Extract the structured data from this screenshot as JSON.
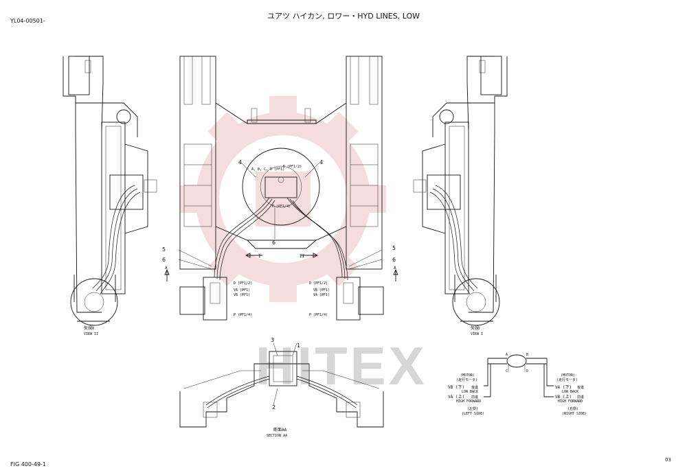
{
  "header": {
    "doc_code": "YL04-00501-",
    "title": "ユアツ ハイカン, ロワー・HYD LINES, LOW"
  },
  "footer": {
    "figure": "FIG 400-49-1",
    "page": "03"
  },
  "watermark": {
    "text": "HITEX",
    "color": "#e8a0a0"
  },
  "views": {
    "view2": {
      "jp": "矢視Ⅱ",
      "en": "VIEW II"
    },
    "view1": {
      "jp": "矢視Ⅰ",
      "en": "VIEW I"
    },
    "section": {
      "jp": "断面AA",
      "en": "SECTION AA"
    }
  },
  "main_labels": {
    "ports_top": "A, B, C, D (PF1)",
    "e_port": "E (PF1/2)",
    "p_port": "P (PF1/4)",
    "left_d": "D (PF1/2)",
    "left_va": "VA (PF1)",
    "left_vb": "VB (PF1)",
    "left_p": "P (PF1/4)",
    "right_d": "D (PF1/2)",
    "right_vb": "VB (PF1)",
    "right_va": "VA (PF1)",
    "right_p": "P (PF1/4)",
    "arrow_i": "I",
    "arrow_ii": "II",
    "sec_a": "A"
  },
  "callouts": {
    "n1": "1",
    "n2": "2",
    "n3": "3",
    "n4": "4",
    "n5": "5",
    "n6": "6"
  },
  "schematic": {
    "left_motor_en": "(MOTOR)",
    "left_motor_jp": "(走行モータ)",
    "right_motor_en": "(MOTOR)",
    "right_motor_jp": "(走行モータ)",
    "left_vb": "VB (下)",
    "left_vb_jp": "後進",
    "left_vb_en": "LOW BACK",
    "left_va": "VA (上)",
    "left_va_jp": "前進",
    "left_va_en": "HIGH FORWARD",
    "right_va": "VA (下)",
    "right_va_jp": "後進",
    "right_va_en": "LOW BACK",
    "right_vb": "VB (上)",
    "right_vb_jp": "前進",
    "right_vb_en": "HIGH FORWARD",
    "left_side_jp": "(左側)",
    "left_side_en": "(LEFT SIDE)",
    "right_side_jp": "(右側)",
    "right_side_en": "(RIGHT SIDE)",
    "port_a": "A",
    "port_b": "B",
    "port_c": "C",
    "port_d": "D"
  }
}
